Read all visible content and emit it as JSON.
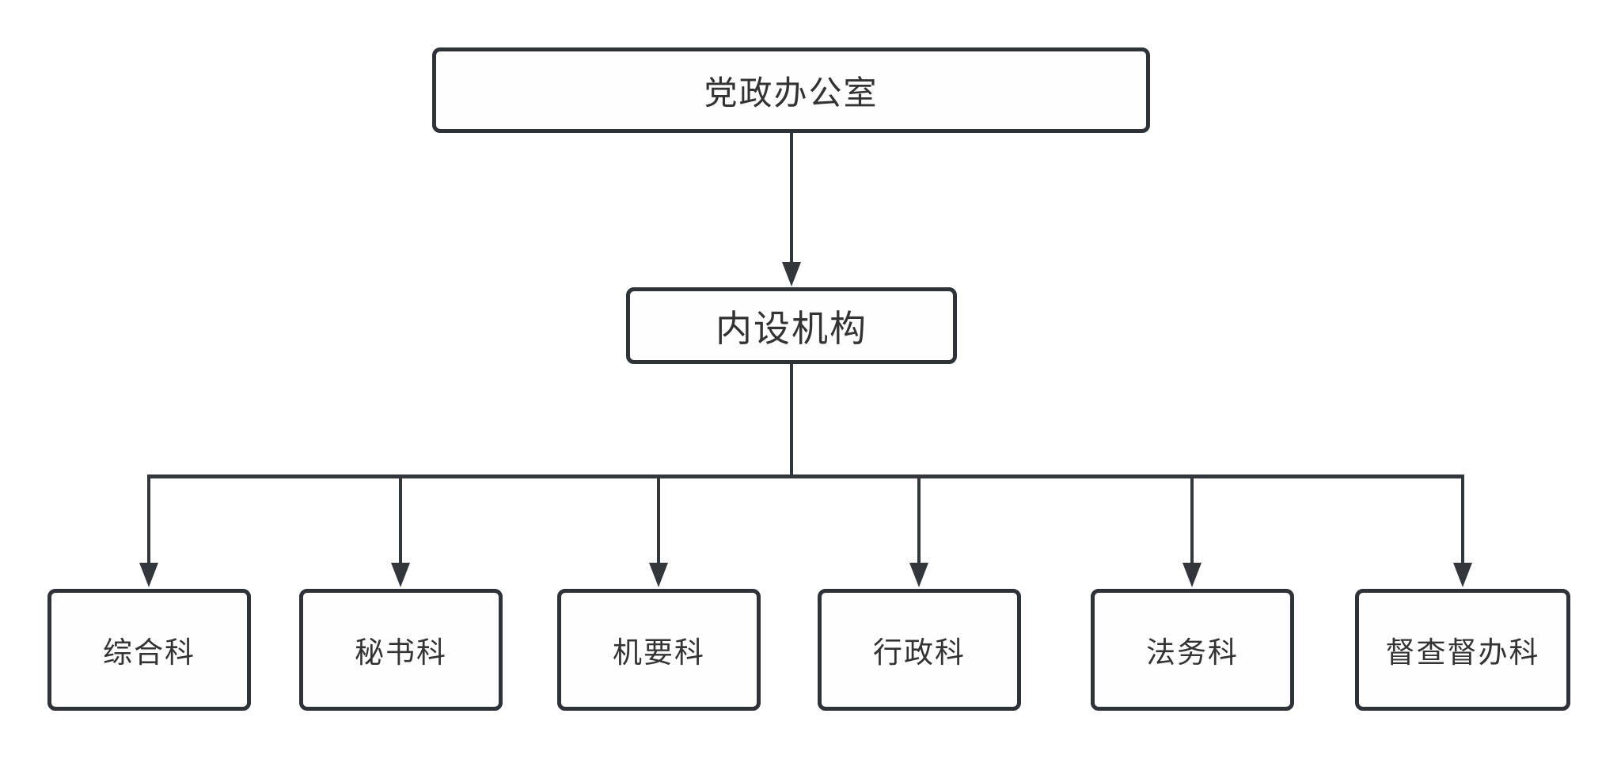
{
  "diagram": {
    "nodes": {
      "root": {
        "label": "党政办公室"
      },
      "level2": {
        "label": "内设机构"
      },
      "sections": [
        {
          "label": "综合科"
        },
        {
          "label": "秘书科"
        },
        {
          "label": "机要科"
        },
        {
          "label": "行政科"
        },
        {
          "label": "法务科"
        },
        {
          "label": "督查督办科"
        }
      ]
    },
    "edges": [
      {
        "from": "党政办公室",
        "to": "内设机构"
      },
      {
        "from": "内设机构",
        "to": "综合科"
      },
      {
        "from": "内设机构",
        "to": "秘书科"
      },
      {
        "from": "内设机构",
        "to": "机要科"
      },
      {
        "from": "内设机构",
        "to": "行政科"
      },
      {
        "from": "内设机构",
        "to": "法务科"
      },
      {
        "from": "内设机构",
        "to": "督查督办科"
      }
    ],
    "colors": {
      "line": "#33373c",
      "node_border": "#2f3338",
      "node_fill": "#fefefe",
      "text": "#333333",
      "canvas_background": "#ffffff"
    }
  }
}
